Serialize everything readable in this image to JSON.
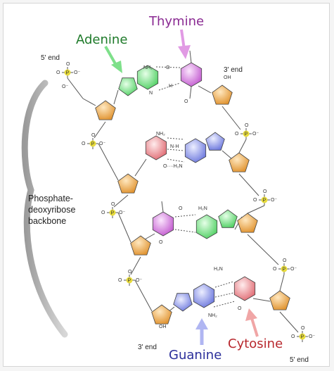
{
  "labels": {
    "adenine": "Adenine",
    "thymine": "Thymine",
    "guanine": "Guanine",
    "cytosine": "Cytosine",
    "five_end_top": "5' end",
    "three_end_top": "3' end",
    "three_end_bottom": "3' end",
    "five_end_bottom": "5' end",
    "backbone": [
      "Phosphate-",
      "deoxyribose",
      "backbone"
    ]
  },
  "atoms": {
    "nh2": "NH₂",
    "h2n": "H₂N",
    "o": "O",
    "n": "N",
    "h": "H",
    "p": "P",
    "oh": "OH",
    "ominus": "O⁻",
    "ohn": "O····H₂N",
    "nh": "N·H"
  },
  "colors": {
    "adenine": "#7ee08a",
    "thymine": "#d98ae0",
    "guanine": "#9aa4ec",
    "cytosine": "#ee9a9e",
    "sugar": "#f0b25c",
    "phosphate": "#e8dc3c",
    "arrow_adenine": "#7ee08a",
    "arrow_thymine": "#e19ae4",
    "arrow_guanine": "#b0b6f2",
    "arrow_cytosine": "#f0a6a6",
    "label_adenine": "#1e7a2a",
    "label_thymine": "#8a2a92",
    "label_guanine": "#2a2e9a",
    "label_cytosine": "#b8282e"
  }
}
